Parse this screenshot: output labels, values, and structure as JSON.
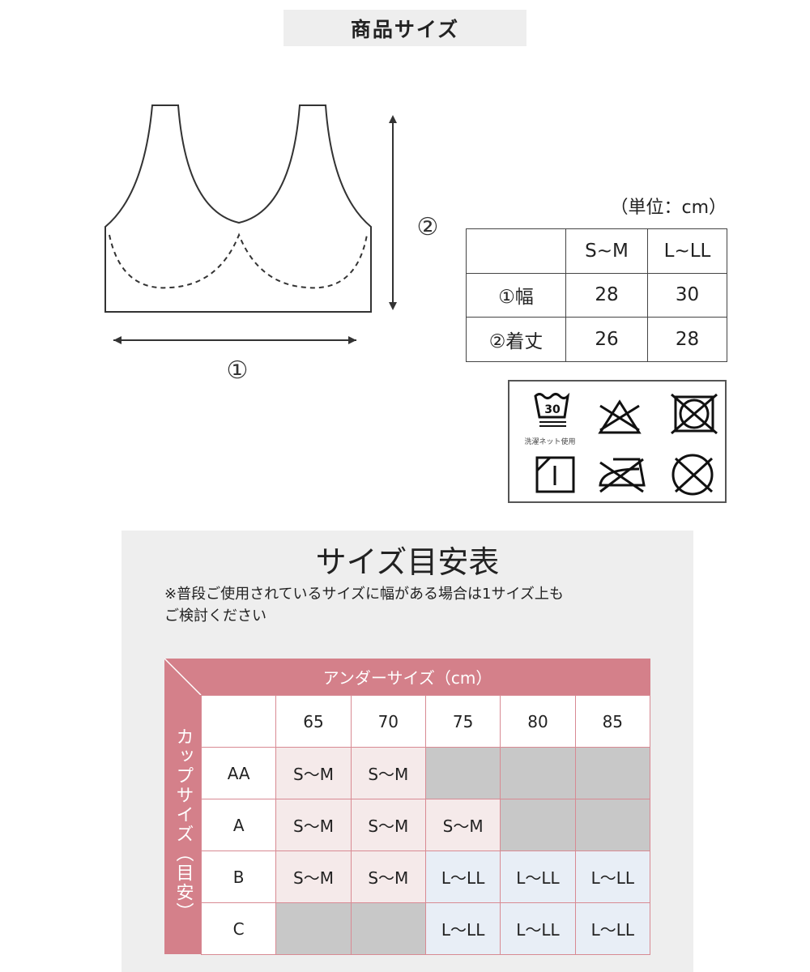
{
  "title": "商品サイズ",
  "diagram": {
    "width_marker": "①",
    "length_marker": "②"
  },
  "unit": "（単位：cm）",
  "size_table": {
    "headers": [
      "",
      "S~M",
      "L~LL"
    ],
    "rows": [
      [
        "①幅",
        "28",
        "30"
      ],
      [
        "②着丈",
        "26",
        "28"
      ]
    ]
  },
  "care": {
    "wash_temp": "30",
    "wash_note": "洗濯ネット使用",
    "icons": [
      "wash-30-net-icon",
      "no-bleach-icon",
      "no-tumble-dry-icon",
      "line-dry-shade-icon",
      "no-iron-icon",
      "no-dry-clean-icon"
    ]
  },
  "guide": {
    "title": "サイズ目安表",
    "note_lines": [
      "※普段ご使用されているサイズに幅がある場合は1サイズ上も",
      "ご検討ください"
    ],
    "under_label": "アンダーサイズ（cm）",
    "cup_label": "カップサイズ（目安）",
    "columns": [
      "65",
      "70",
      "75",
      "80",
      "85"
    ],
    "rows": [
      {
        "cup": "AA",
        "cells": [
          "S〜M",
          "S〜M",
          "",
          "",
          ""
        ]
      },
      {
        "cup": "A",
        "cells": [
          "S〜M",
          "S〜M",
          "S〜M",
          "",
          ""
        ]
      },
      {
        "cup": "B",
        "cells": [
          "S〜M",
          "S〜M",
          "L〜LL",
          "L〜LL",
          "L〜LL"
        ]
      },
      {
        "cup": "C",
        "cells": [
          "",
          "",
          "L〜LL",
          "L〜LL",
          "L〜LL"
        ]
      }
    ],
    "colors": {
      "header": "#d4808a",
      "s_m": "#f5eaea",
      "l_ll": "#e8eef6",
      "unavailable": "#c8c8c8"
    }
  }
}
